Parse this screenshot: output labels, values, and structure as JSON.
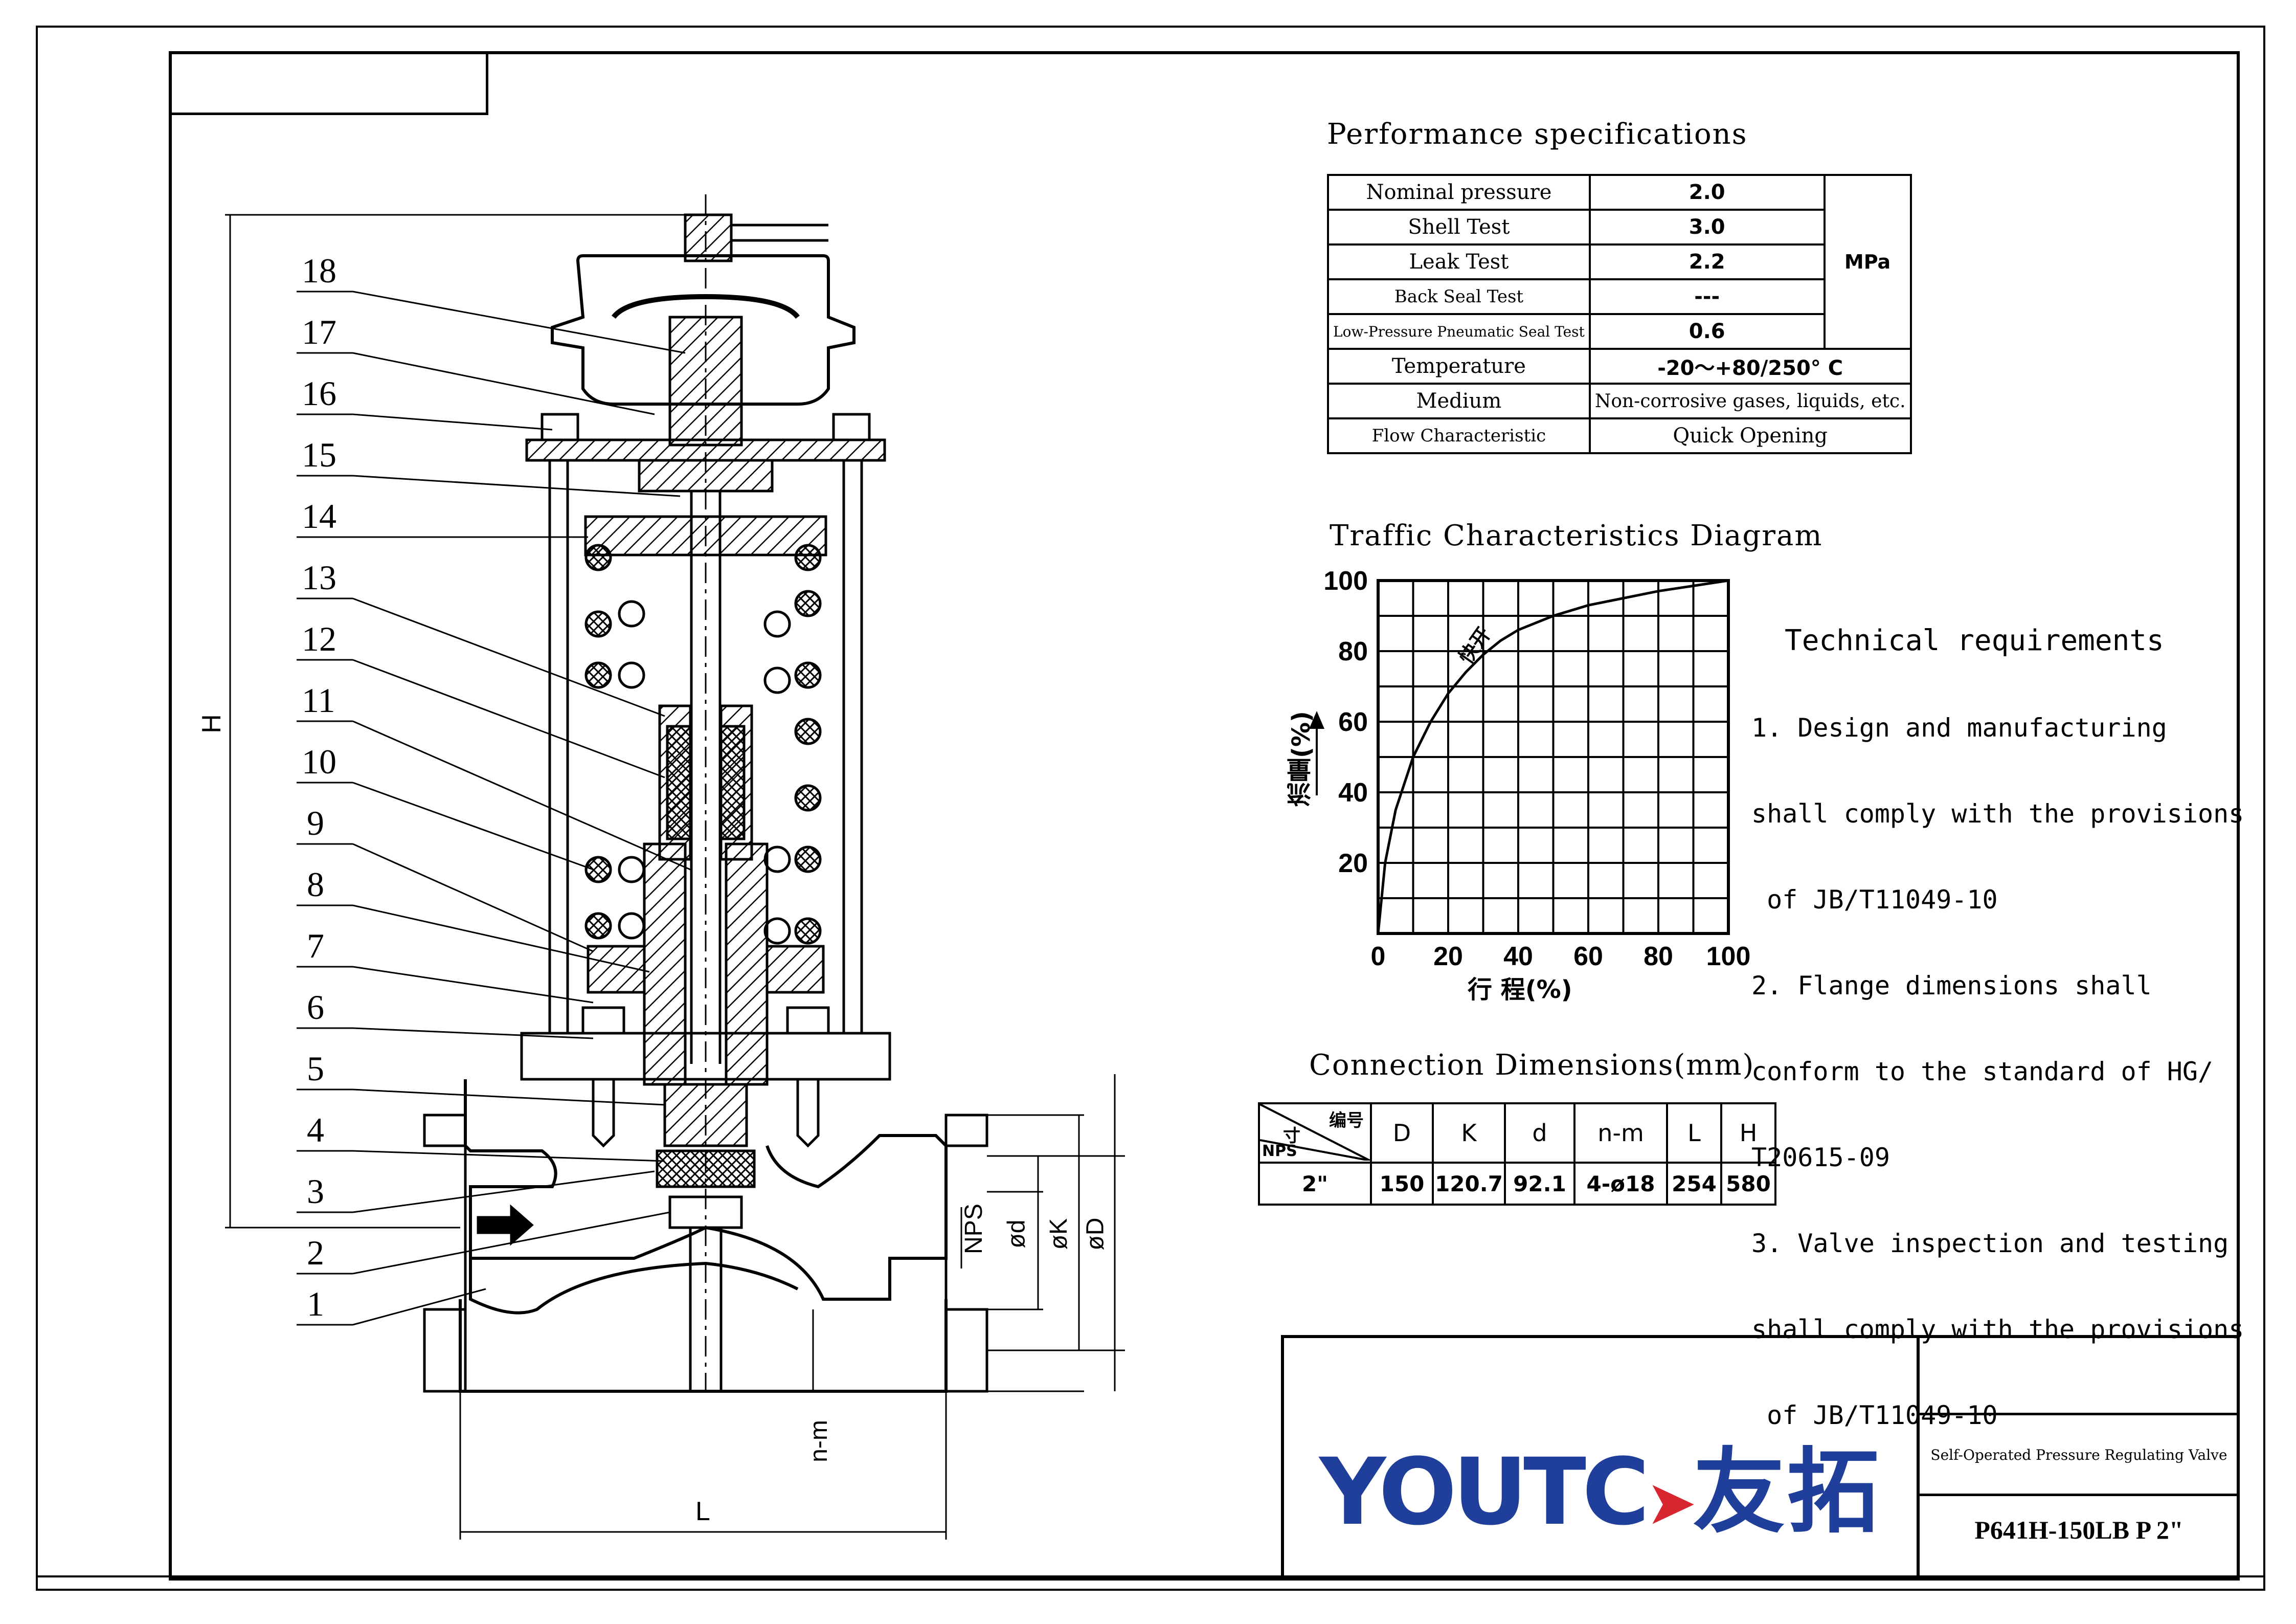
{
  "balloons": [
    "18",
    "17",
    "16",
    "15",
    "14",
    "13",
    "12",
    "11",
    "10",
    "9",
    "8",
    "7",
    "6",
    "5",
    "4",
    "3",
    "2",
    "1"
  ],
  "dim_labels": {
    "H": "H",
    "L": "L",
    "nm": "n-m",
    "NPS": "NPS",
    "d": "ød",
    "K": "øK",
    "D": "øD"
  },
  "performance": {
    "title": "Performance specifications",
    "rows": [
      {
        "label": "Nominal pressure",
        "value": "2.0"
      },
      {
        "label": "Shell Test",
        "value": "3.0"
      },
      {
        "label": "Leak Test",
        "value": "2.2"
      },
      {
        "label": "Back Seal Test",
        "value": "---"
      },
      {
        "label": "Low-Pressure Pneumatic Seal Test",
        "value": "0.6"
      }
    ],
    "unit": "MPa",
    "temperature": {
      "label": "Temperature",
      "value": "-20～+80/250° C"
    },
    "medium": {
      "label": "Medium",
      "value": "Non-corrosive gases, liquids, etc."
    },
    "flow": {
      "label": "Flow Characteristic",
      "value": "Quick Opening"
    }
  },
  "diagram": {
    "title": "Traffic Characteristics Diagram",
    "ylabel": "流量(%)",
    "xlabel": "行 程(%)",
    "curve_label": "快开"
  },
  "chart_data": {
    "type": "line",
    "title": "Traffic Characteristics Diagram",
    "xlabel": "行 程(%)",
    "ylabel": "流量(%)",
    "xlim": [
      0,
      100
    ],
    "ylim": [
      0,
      100
    ],
    "xticks": [
      "0",
      "20",
      "40",
      "60",
      "80",
      "100"
    ],
    "yticks": [
      "20",
      "40",
      "60",
      "80",
      "100"
    ],
    "grid": true,
    "series": [
      {
        "name": "快开",
        "x": [
          0,
          2,
          5,
          10,
          15,
          20,
          25,
          30,
          35,
          40,
          50,
          60,
          70,
          80,
          90,
          100
        ],
        "y": [
          0,
          20,
          35,
          50,
          60,
          68,
          74,
          79,
          83,
          86,
          90,
          93,
          95,
          97,
          98.5,
          100
        ]
      }
    ]
  },
  "technical": {
    "title": "Technical requirements",
    "lines": [
      "1. Design and manufacturing",
      "shall comply with the provisions",
      " of JB/T11049-10",
      "2. Flange dimensions shall",
      "conform to the standard of HG/",
      "T20615-09",
      "3. Valve inspection and testing",
      "shall comply with the provisions",
      " of JB/T11049-10"
    ]
  },
  "connection": {
    "title": "Connection Dimensions(mm)",
    "corner_top": "编号",
    "corner_mid": "寸",
    "corner_bottom": "NPS",
    "headers": [
      "D",
      "K",
      "d",
      "n-m",
      "L",
      "H"
    ],
    "row": [
      "2\"",
      "150",
      "120.7",
      "92.1",
      "4-ø18",
      "254",
      "580"
    ]
  },
  "brand": {
    "latin": "YOUTC",
    "chinese": "友拓"
  },
  "title_block": {
    "product_name": "Self-Operated Pressure Regulating Valve",
    "model": "P641H-150LB P 2\""
  }
}
